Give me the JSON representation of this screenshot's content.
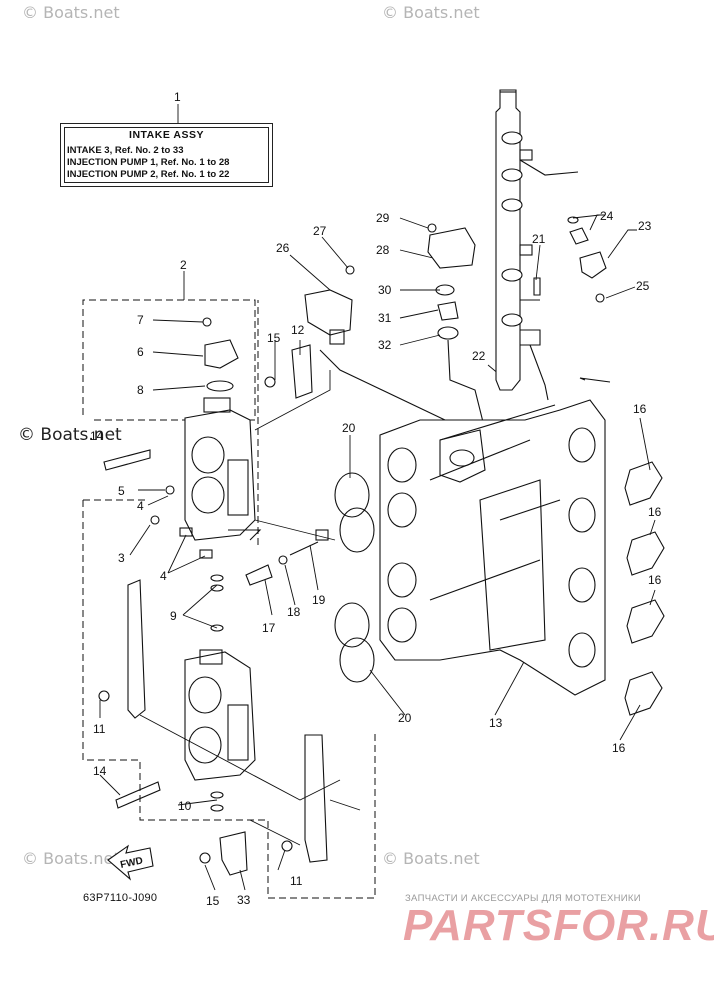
{
  "watermarks": {
    "top_left": "© Boats.net",
    "top_right": "© Boats.net",
    "middle_left": "© Boats.net",
    "bottom_left": "© Boats.net",
    "bottom_right": "© Boats.net"
  },
  "title_box": {
    "heading": "INTAKE ASSY",
    "lines": [
      "INTAKE 3,  Ref. No. 2 to 33",
      "INJECTION PUMP 1,  Ref. No. 1 to 28",
      "INJECTION PUMP 2,  Ref. No. 1 to 22"
    ]
  },
  "callouts": {
    "c1": "1",
    "c2": "2",
    "c3": "3",
    "c4a": "4",
    "c4b": "4",
    "c5": "5",
    "c6": "6",
    "c7": "7",
    "c8": "8",
    "c9": "9",
    "c10": "10",
    "c11a": "11",
    "c11b": "11",
    "c12": "12",
    "c13": "13",
    "c14": "14",
    "c15a": "15",
    "c15b": "15",
    "c16a": "16",
    "c16b": "16",
    "c16c": "16",
    "c16d": "16",
    "c17": "17",
    "c18": "18",
    "c19": "19",
    "c20a": "20",
    "c20b": "20",
    "c21": "21",
    "c22": "22",
    "c23": "23",
    "c24": "24",
    "c25": "25",
    "c26": "26",
    "c27": "27",
    "c28": "28",
    "c29": "29",
    "c30": "30",
    "c31": "31",
    "c32": "32",
    "c33": "33"
  },
  "fwd_label": "FWD",
  "drawing_code": "63P7110-J090",
  "shop": {
    "subtitle": "ЗАПЧАСТИ И АКСЕССУАРЫ ДЛЯ МОТОТЕХНИКИ",
    "logo": "PARTSFOR.RU"
  },
  "colors": {
    "line": "#111111",
    "watermark": "#b5b5b5",
    "logo": "#e9a0a3"
  }
}
